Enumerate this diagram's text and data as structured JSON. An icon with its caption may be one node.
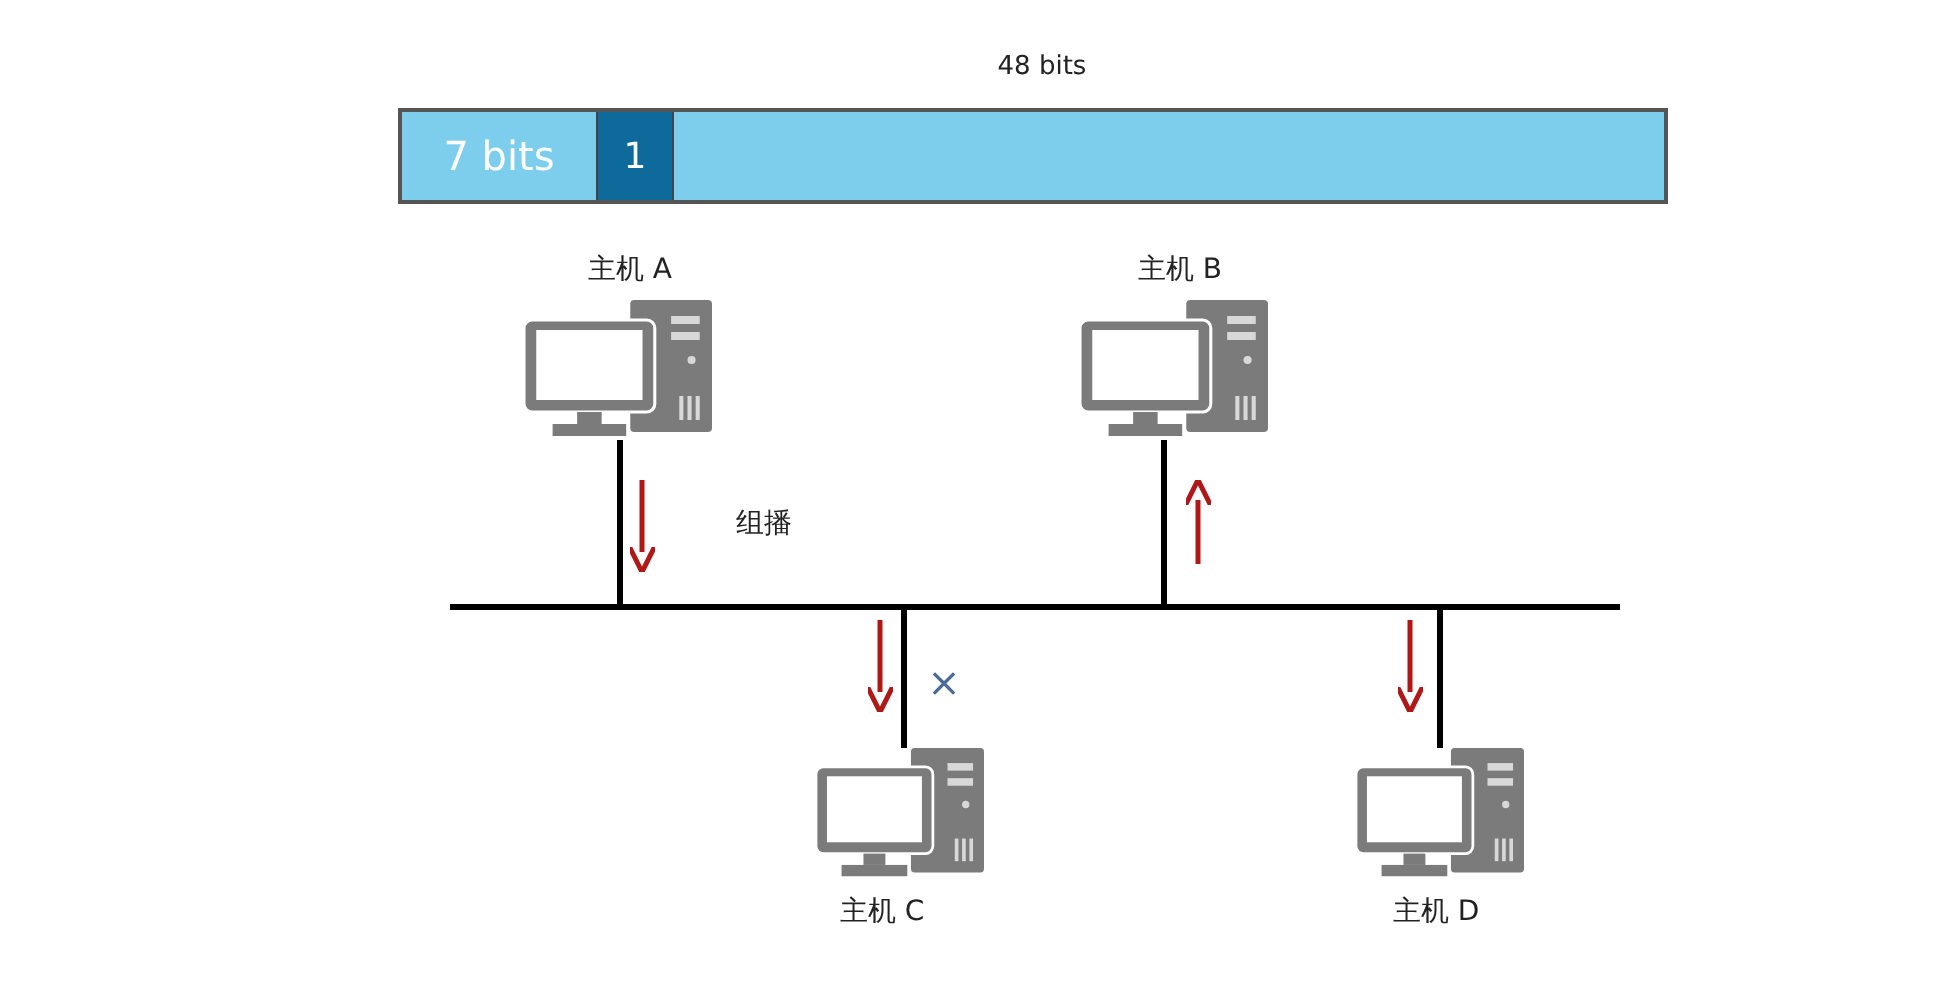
{
  "diagram": {
    "nodes": [
      {
        "text": [
          "7 bits"
        ]
      },
      {
        "text": [
          "1"
        ]
      },
      {
        "text": [],
        "shape": "bar"
      },
      {
        "text": [],
        "shape": "picture",
        "beside": [
          "主机 A"
        ]
      },
      {
        "text": [],
        "shape": "picture",
        "beside": [
          "主机 B"
        ]
      },
      {
        "text": [],
        "shape": "picture",
        "beside": [
          "主机 C"
        ]
      },
      {
        "text": [],
        "shape": "picture",
        "beside": [
          "主机 D"
        ]
      },
      {
        "text": [],
        "shape": "bar"
      }
    ],
    "edges": [
      {
        "from": 3,
        "to": 7,
        "arrow": "none"
      },
      {
        "from": 4,
        "to": 7,
        "arrow": "none"
      },
      {
        "from": 7,
        "to": 5,
        "arrow": "none"
      },
      {
        "from": 7,
        "to": 6,
        "arrow": "none"
      }
    ],
    "labels": [
      "48 bits",
      "组播",
      "×"
    ]
  }
}
